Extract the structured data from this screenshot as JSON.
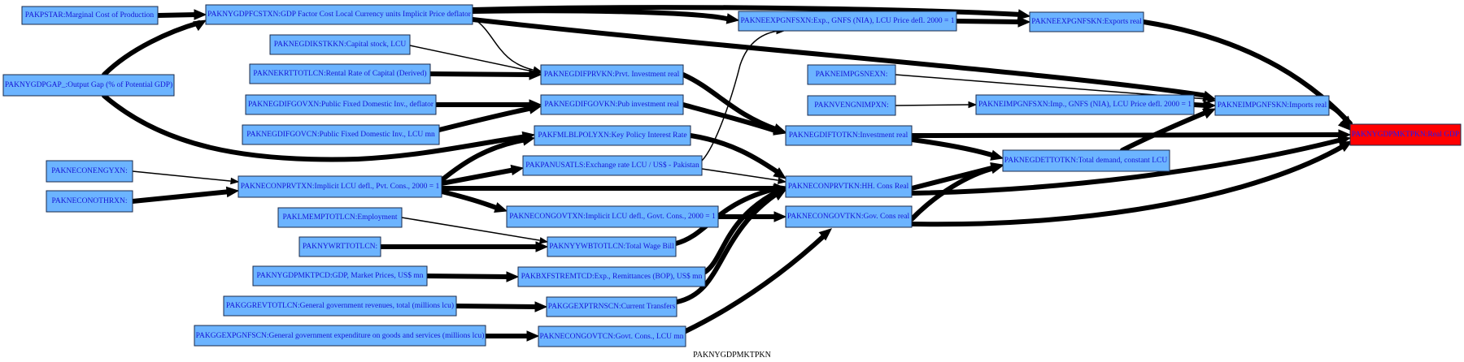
{
  "caption": "PAKNYGDPMKTPKN",
  "colors": {
    "node_fill": "#6cb4ff",
    "target_fill": "#ff0000",
    "edge": "#000000",
    "label": "#1515d6"
  },
  "nodes": {
    "pakpstar": "PAKPSTAR:Marginal Cost of Production",
    "gdpfcst": "PAKNYGDPFCSTXN:GDP Factor Cost Local Currency units Implicit Price deflator",
    "expdefl": "PAKNEEXPGNFSXN:Exp., GNFS (NIA), LCU Price defl. 2000 = 1",
    "expreal": "PAKNEEXPGNFSKN:Exports real",
    "capstock": "PAKNEGDIKSTKKN:Capital stock, LCU",
    "gap": "PAKNYGDPGAP_:Output Gap (% of Potential GDP)",
    "rental": "PAKNEKRTTOTLCN:Rental Rate of Capital (Derived)",
    "prvtinv": "PAKNEGDIFPRVKN:Prvt. Investment real",
    "impgsnexn": "PAKNEIMPGSNEXN:",
    "vengnimp": "PAKNVENGNIMPXN:",
    "impdefl": "PAKNEIMPGNFSXN:Imp., GNFS (NIA), LCU Price defl. 2000 = 1",
    "impreal": "PAKNEIMPGNFSKN:Imports real",
    "pubdefl": "PAKNEGDIFGOVXN:Public Fixed Domestic Inv., deflator",
    "pubinv": "PAKNEGDIFGOVKN:Pub investment real",
    "invreal": "PAKNEGDIFTOTKN:Investment real",
    "realgdp": "PAKNYGDPMKTPKN:Real GDP",
    "pubcn": "PAKNEGDIFGOVCN:Public Fixed Domestic Inv., LCU mn",
    "interest": "PAKFMLBLPOLYXN:Key Policy Interest Rate",
    "exrate": "PAKPANUSATLS:Exchange rate LCU / US$ - Pakistan",
    "conengy": "PAKNECONENGYXN:",
    "conothr": "PAKNECONOTHRXN:",
    "prvdefl": "PAKNECONPRVTXN:Implicit LCU defl., Pvt. Cons., 2000 = 1",
    "hhcons": "PAKNECONPRVTKN:HH. Cons Real",
    "totdemand": "PAKNEGDETTOTKN:Total demand, constant LCU",
    "govdefl": "PAKNECONGOVTXN:Implicit LCU defl., Govt. Cons., 2000 = 1",
    "govreal": "PAKNECONGOVTKN:Gov. Cons real",
    "employ": "PAKLMEMPTOTLCN:Employment",
    "wrttotl": "PAKNYWRTTOTLCN:",
    "wagebill": "PAKNYYWBTOTLCN:Total Wage Bill",
    "gdpusd": "PAKNYGDPMKTPCD:GDP, Market Prices, US$ mn",
    "remit": "PAKBXFSTREMTCD:Exp., Remittances (BOP), US$ mn",
    "revenue": "PAKGGREVTOTLCN:General government revenues, total (millions lcu)",
    "transfers": "PAKGGEXPTRNSCN:Current Transfers",
    "govexp": "PAKGGEXPGNFSCN:General government expenditure on goods and services (millions lcu)",
    "govcons": "PAKNECONGOVTCN:Govt. Cons., LCU mn"
  }
}
